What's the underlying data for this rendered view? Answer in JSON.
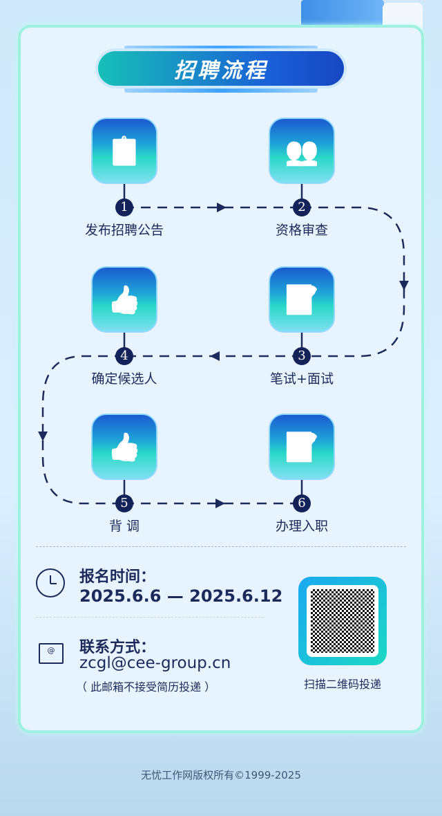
{
  "title": "招聘流程",
  "steps": [
    {
      "num": "1",
      "label": "发布招聘公告",
      "icon": "document-check-icon"
    },
    {
      "num": "2",
      "label": "资格审查",
      "icon": "group-icon"
    },
    {
      "num": "3",
      "label": "笔试+面试",
      "icon": "document-pen-icon"
    },
    {
      "num": "4",
      "label": "确定候选人",
      "icon": "document-thumbs-up-icon"
    },
    {
      "num": "5",
      "label": "背 调",
      "icon": "document-thumbs-up-icon"
    },
    {
      "num": "6",
      "label": "办理入职",
      "icon": "document-pen-icon"
    }
  ],
  "signup": {
    "label": "报名时间：",
    "value": "2025.6.6 — 2025.6.12"
  },
  "contact": {
    "label": "联系方式：",
    "email": "zcgl@cee-group.cn",
    "note": "（ 此邮箱不接受简历投递 ）"
  },
  "qr": {
    "caption": "扫描二维码投递"
  },
  "footer": "无忧工作网版权所有©1999-2025",
  "colors": {
    "accent": "#1b5bd0",
    "teal": "#2ad8c8",
    "dark": "#1b2a5a"
  }
}
